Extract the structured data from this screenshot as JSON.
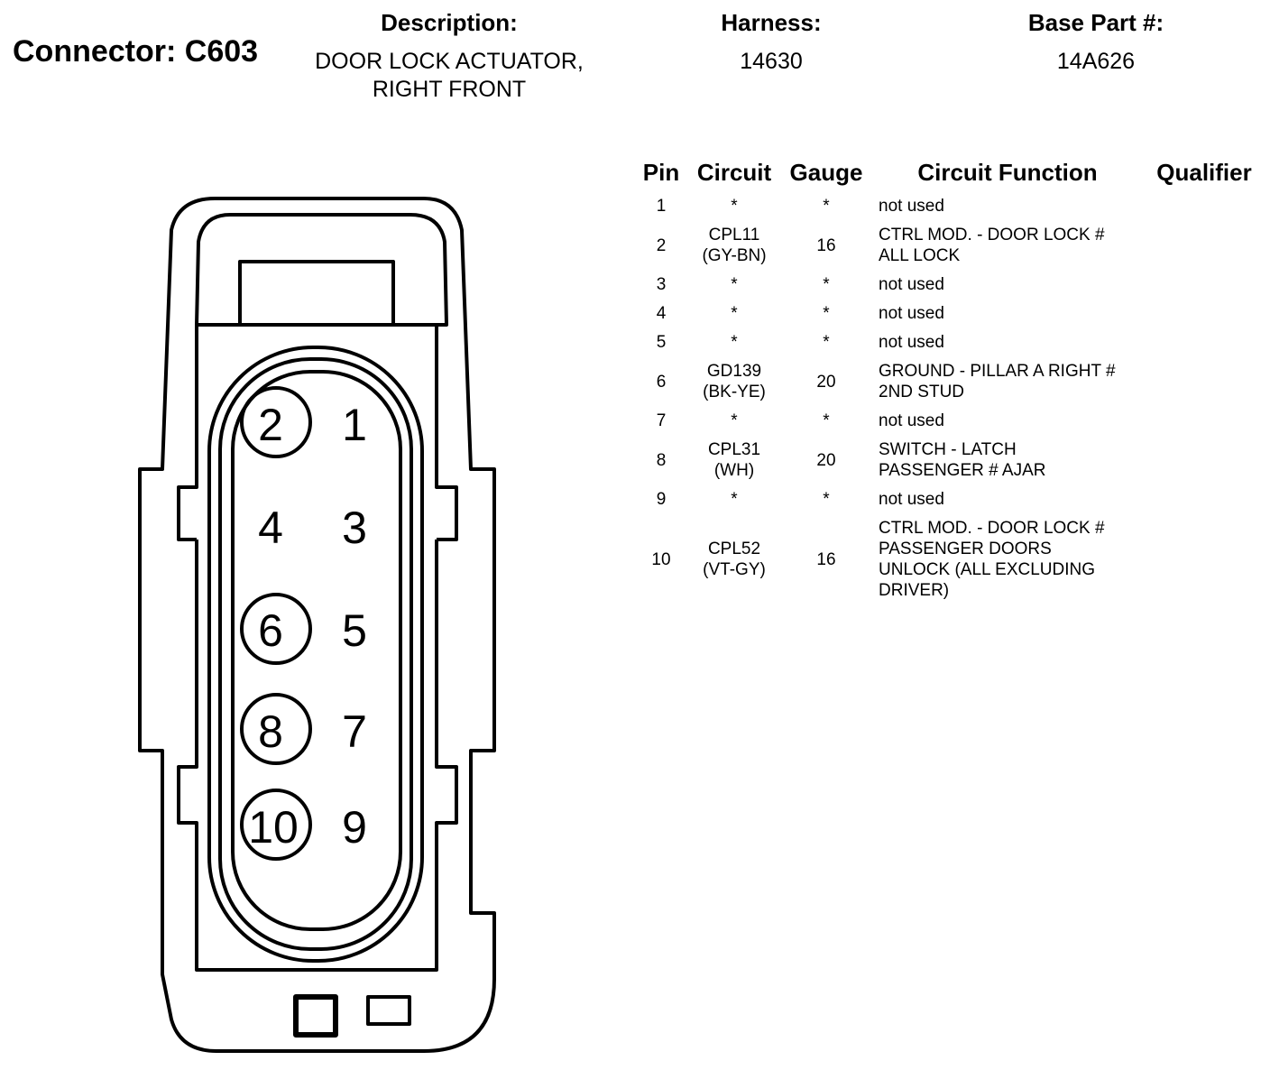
{
  "connector": {
    "label": "Connector: C603"
  },
  "description": {
    "label": "Description:",
    "lines": [
      "DOOR LOCK ACTUATOR,",
      "RIGHT FRONT"
    ]
  },
  "harness": {
    "label": "Harness:",
    "value": "14630"
  },
  "base_part": {
    "label": "Base Part #:",
    "value": "14A626"
  },
  "table": {
    "headers": {
      "pin": "Pin",
      "circuit": "Circuit",
      "gauge": "Gauge",
      "function": "Circuit Function",
      "qualifier": "Qualifier"
    },
    "rows": [
      {
        "pin": "1",
        "circuit": [
          "*"
        ],
        "gauge": "*",
        "function": [
          "not used"
        ]
      },
      {
        "pin": "2",
        "circuit": [
          "CPL11",
          "(GY-BN)"
        ],
        "gauge": "16",
        "function": [
          "CTRL MOD. - DOOR LOCK #",
          "ALL LOCK"
        ]
      },
      {
        "pin": "3",
        "circuit": [
          "*"
        ],
        "gauge": "*",
        "function": [
          "not used"
        ]
      },
      {
        "pin": "4",
        "circuit": [
          "*"
        ],
        "gauge": "*",
        "function": [
          "not used"
        ]
      },
      {
        "pin": "5",
        "circuit": [
          "*"
        ],
        "gauge": "*",
        "function": [
          "not used"
        ]
      },
      {
        "pin": "6",
        "circuit": [
          "GD139",
          "(BK-YE)"
        ],
        "gauge": "20",
        "function": [
          "GROUND - PILLAR A RIGHT #",
          "2ND STUD"
        ]
      },
      {
        "pin": "7",
        "circuit": [
          "*"
        ],
        "gauge": "*",
        "function": [
          "not used"
        ]
      },
      {
        "pin": "8",
        "circuit": [
          "CPL31",
          "(WH)"
        ],
        "gauge": "20",
        "function": [
          "SWITCH - LATCH",
          "PASSENGER # AJAR"
        ]
      },
      {
        "pin": "9",
        "circuit": [
          "*"
        ],
        "gauge": "*",
        "function": [
          "not used"
        ]
      },
      {
        "pin": "10",
        "circuit": [
          "CPL52",
          "(VT-GY)"
        ],
        "gauge": "16",
        "function": [
          "CTRL MOD. - DOOR LOCK #",
          "PASSENGER DOORS",
          "UNLOCK (ALL EXCLUDING",
          "DRIVER)"
        ]
      }
    ]
  },
  "diagram": {
    "pin_labels": {
      "p1": "1",
      "p2": "2",
      "p3": "3",
      "p4": "4",
      "p5": "5",
      "p6": "6",
      "p7": "7",
      "p8": "8",
      "p9": "9",
      "p10": "10"
    }
  }
}
